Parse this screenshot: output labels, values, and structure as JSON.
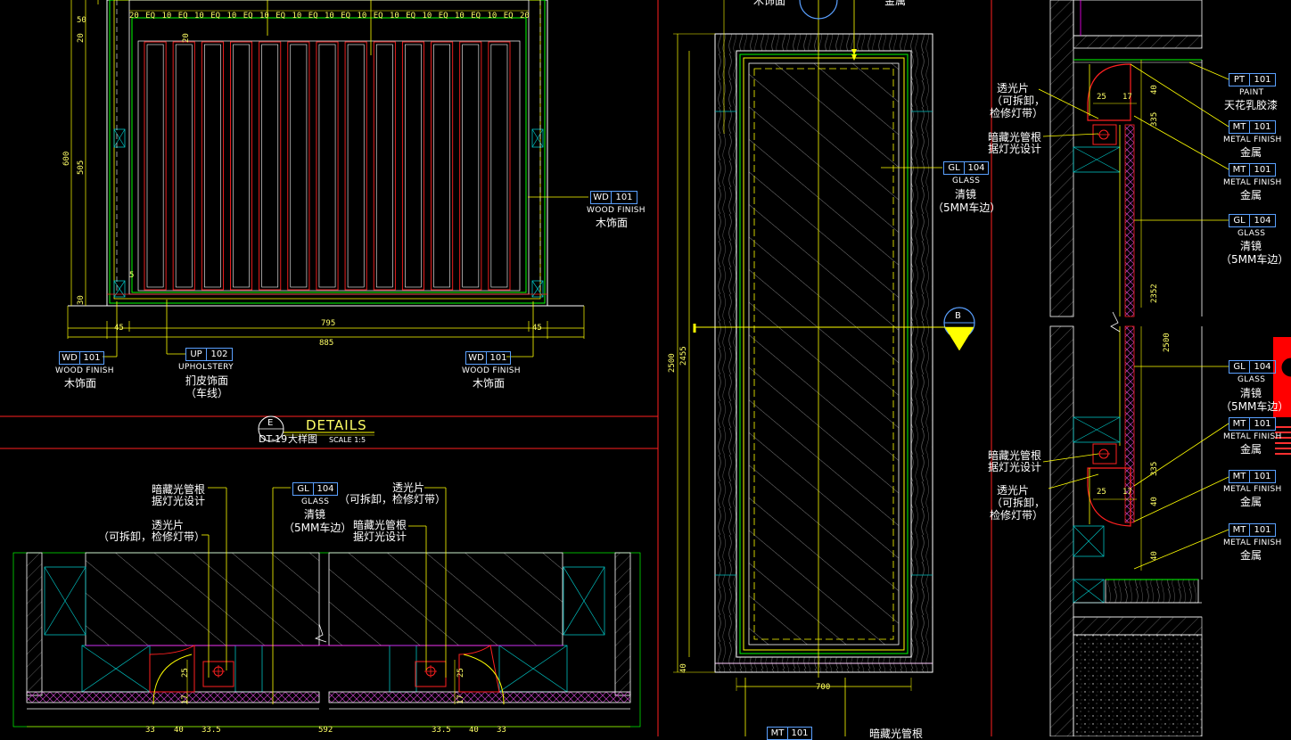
{
  "colors": {
    "background": "#000000",
    "yellow": "#ffff00",
    "red": "#ff2020",
    "green": "#00ff00",
    "magenta": "#ff00ff",
    "cyan": "#00c0c0",
    "white": "#ffffff",
    "blue": "#3070ff",
    "gray": "#808080"
  },
  "section_title": {
    "marker_letter": "E",
    "title": "DETAILS",
    "sheet_ref": "DT-19",
    "name_cn": "大样图",
    "scale": "SCALE 1:5"
  },
  "callout_marker_b": {
    "letter": "B"
  },
  "top_left_panel": {
    "dims_top": [
      "20",
      "EQ",
      "10",
      "EQ",
      "10",
      "EQ",
      "10",
      "EQ",
      "10",
      "EQ",
      "10",
      "EQ",
      "10",
      "EQ",
      "10",
      "EQ",
      "10",
      "EQ",
      "10",
      "EQ",
      "10",
      "EQ",
      "10",
      "EQ",
      "20"
    ],
    "dim_50": "50",
    "dim_20a": "20",
    "dim_20b": "20",
    "dim_600": "600",
    "dim_505": "505",
    "dim_5": "5",
    "dim_30": "30",
    "dim_795": "795",
    "dim_885": "885",
    "dim_45a": "45",
    "dim_45b": "45"
  },
  "tags": {
    "wd_left": {
      "code": "WD",
      "num": "101",
      "en": "WOOD FINISH",
      "cn": "木饰面"
    },
    "up_mid": {
      "code": "UP",
      "num": "102",
      "en": "UPHOLSTERY",
      "cn": "扪皮饰面",
      "note": "（车线）"
    },
    "wd_right": {
      "code": "WD",
      "num": "101",
      "en": "WOOD FINISH",
      "cn": "木饰面"
    },
    "wd_side": {
      "code": "WD",
      "num": "101",
      "en": "WOOD FINISH",
      "cn": "木饰面"
    },
    "gl_center": {
      "code": "GL",
      "num": "104",
      "en": "GLASS",
      "cn": "清镜",
      "note": "（5MM车边）"
    },
    "gl_bottom": {
      "code": "GL",
      "num": "104",
      "en": "GLASS",
      "cn": "清镜",
      "note": "（5MM车边）"
    },
    "pt_right": {
      "code": "PT",
      "num": "101",
      "en": "PAINT",
      "cn": "天花乳胶漆"
    },
    "mt_r1": {
      "code": "MT",
      "num": "101",
      "en": "METAL FINISH",
      "cn": "金属"
    },
    "mt_r2": {
      "code": "MT",
      "num": "101",
      "en": "METAL FINISH",
      "cn": "金属"
    },
    "gl_r1": {
      "code": "GL",
      "num": "104",
      "en": "GLASS",
      "cn": "清镜",
      "note": "（5MM车边）"
    },
    "gl_r2": {
      "code": "GL",
      "num": "104",
      "en": "GLASS",
      "cn": "清镜",
      "note": "（5MM车边）"
    },
    "mt_r3": {
      "code": "MT",
      "num": "101",
      "en": "METAL FINISH",
      "cn": "金属"
    },
    "mt_r4": {
      "code": "MT",
      "num": "101",
      "en": "METAL FINISH",
      "cn": "金属"
    },
    "mt_r5": {
      "code": "MT",
      "num": "101",
      "en": "METAL FINISH",
      "cn": "金属"
    },
    "mt_bottom": {
      "code": "MT",
      "num": "101"
    }
  },
  "notes": {
    "top_cut_left": "木饰面",
    "top_cut_right": "金属",
    "light_tube_1": "暗藏光管根",
    "light_tube_2": "据灯光设计",
    "diffuser_1": "透光片",
    "diffuser_2": "（可拆卸，",
    "diffuser_3": "检修灯带）",
    "diffuser_inline": "（可拆卸，检修灯带）",
    "bottom_cut": "暗藏光管根"
  },
  "center_elevation": {
    "dim_2500": "2500",
    "dim_2455": "2455",
    "dim_40": "40",
    "dim_700": "700"
  },
  "right_section": {
    "dim_25a": "25",
    "dim_17a": "17",
    "dim_40a": "40",
    "dim_335a": "335",
    "dim_2352": "2352",
    "dim_2500": "2500",
    "dim_335b": "335",
    "dim_25b": "25",
    "dim_17b": "17",
    "dim_40b": "40",
    "dim_40c": "40"
  },
  "bottom_plan": {
    "dim_25a": "25",
    "dim_17a": "17",
    "dim_25b": "25",
    "dim_17b": "17",
    "dim_33a": "33",
    "dim_40a": "40",
    "dim_335a": "33.5",
    "dim_592": "592",
    "dim_335b": "33.5",
    "dim_40b": "40",
    "dim_33b": "33"
  }
}
